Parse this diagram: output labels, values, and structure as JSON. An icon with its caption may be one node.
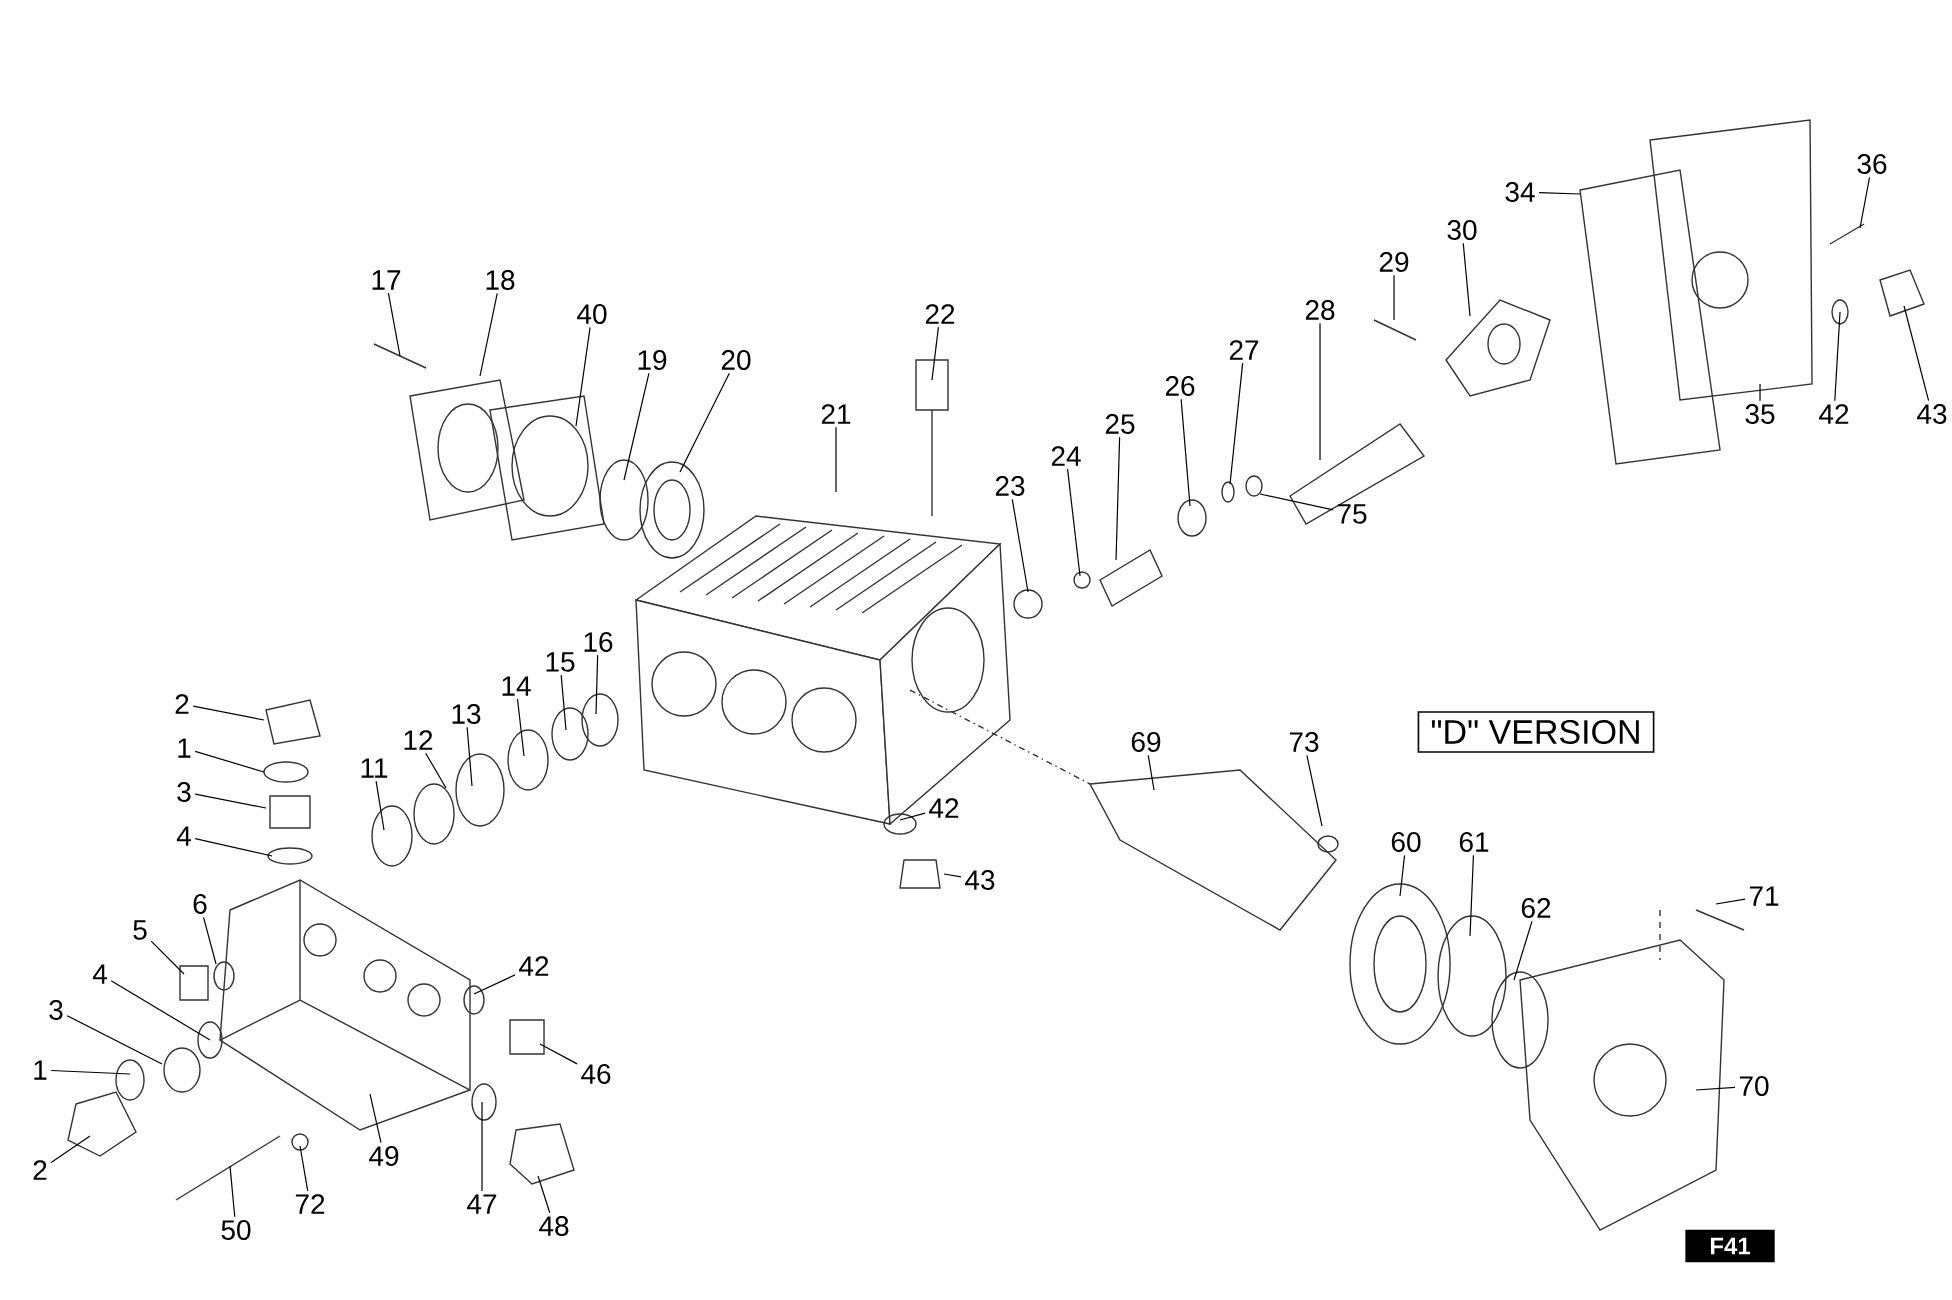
{
  "diagram": {
    "nodes": [
      {
        "text": [
          "17"
        ]
      },
      {
        "text": [
          "18"
        ]
      },
      {
        "text": [
          "40"
        ]
      },
      {
        "text": [
          "19"
        ]
      },
      {
        "text": [
          "20"
        ]
      },
      {
        "text": [
          "21"
        ]
      },
      {
        "text": [
          "22"
        ]
      },
      {
        "text": [
          "23"
        ]
      },
      {
        "text": [
          "24"
        ]
      },
      {
        "text": [
          "25"
        ]
      },
      {
        "text": [
          "26"
        ]
      },
      {
        "text": [
          "27"
        ]
      },
      {
        "text": [
          "28"
        ]
      },
      {
        "text": [
          "29"
        ]
      },
      {
        "text": [
          "30"
        ]
      },
      {
        "text": [
          "34"
        ]
      },
      {
        "text": [
          "36"
        ]
      },
      {
        "text": [
          "35"
        ]
      },
      {
        "text": [
          "42"
        ]
      },
      {
        "text": [
          "43"
        ]
      },
      {
        "text": [
          "75"
        ]
      },
      {
        "text": [
          "2"
        ]
      },
      {
        "text": [
          "1"
        ]
      },
      {
        "text": [
          "3"
        ]
      },
      {
        "text": [
          "4"
        ]
      },
      {
        "text": [
          "11"
        ]
      },
      {
        "text": [
          "12"
        ]
      },
      {
        "text": [
          "13"
        ]
      },
      {
        "text": [
          "14"
        ]
      },
      {
        "text": [
          "15"
        ]
      },
      {
        "text": [
          "16"
        ]
      },
      {
        "text": [
          "\"D\" VERSION"
        ]
      },
      {
        "text": [
          "5"
        ]
      },
      {
        "text": [
          "6"
        ]
      },
      {
        "text": [
          "4"
        ]
      },
      {
        "text": [
          "3"
        ]
      },
      {
        "text": [
          "1"
        ]
      },
      {
        "text": [
          "2"
        ]
      },
      {
        "text": [
          "42"
        ]
      },
      {
        "text": [
          "46"
        ]
      },
      {
        "text": [
          "49"
        ]
      },
      {
        "text": [
          "50"
        ]
      },
      {
        "text": [
          "72"
        ]
      },
      {
        "text": [
          "47"
        ]
      },
      {
        "text": [
          "48"
        ]
      },
      {
        "text": [
          "42"
        ]
      },
      {
        "text": [
          "43"
        ]
      },
      {
        "text": [
          "69"
        ]
      },
      {
        "text": [
          "73"
        ]
      },
      {
        "text": [
          "60"
        ]
      },
      {
        "text": [
          "61"
        ]
      },
      {
        "text": [
          "62"
        ]
      },
      {
        "text": [
          "71"
        ]
      },
      {
        "text": [
          "70"
        ]
      },
      {
        "text": [
          "F41"
        ]
      }
    ],
    "edges": [
      {
        "from": 0,
        "to": null,
        "arrow": "none"
      },
      {
        "from": 1,
        "to": null,
        "arrow": "none"
      },
      {
        "from": 2,
        "to": null,
        "arrow": "none"
      },
      {
        "from": 3,
        "to": null,
        "arrow": "none"
      },
      {
        "from": 4,
        "to": null,
        "arrow": "none"
      },
      {
        "from": 5,
        "to": null,
        "arrow": "none"
      },
      {
        "from": 6,
        "to": null,
        "arrow": "none"
      },
      {
        "from": 7,
        "to": null,
        "arrow": "none"
      },
      {
        "from": 8,
        "to": null,
        "arrow": "none"
      },
      {
        "from": 9,
        "to": null,
        "arrow": "none"
      },
      {
        "from": 10,
        "to": null,
        "arrow": "none"
      },
      {
        "from": 11,
        "to": null,
        "arrow": "none"
      },
      {
        "from": 12,
        "to": null,
        "arrow": "none"
      },
      {
        "from": 13,
        "to": null,
        "arrow": "none"
      },
      {
        "from": 14,
        "to": null,
        "arrow": "none"
      },
      {
        "from": 15,
        "to": null,
        "arrow": "none"
      },
      {
        "from": 16,
        "to": null,
        "arrow": "none"
      },
      {
        "from": 17,
        "to": null,
        "arrow": "none"
      },
      {
        "from": 18,
        "to": null,
        "arrow": "none"
      },
      {
        "from": 19,
        "to": null,
        "arrow": "none"
      },
      {
        "from": 20,
        "to": null,
        "arrow": "none"
      },
      {
        "from": 21,
        "to": null,
        "arrow": "none"
      },
      {
        "from": 22,
        "to": null,
        "arrow": "none"
      },
      {
        "from": 23,
        "to": null,
        "arrow": "none"
      },
      {
        "from": 24,
        "to": null,
        "arrow": "none"
      },
      {
        "from": 25,
        "to": null,
        "arrow": "none"
      },
      {
        "from": 26,
        "to": null,
        "arrow": "none"
      },
      {
        "from": 27,
        "to": null,
        "arrow": "none"
      },
      {
        "from": 28,
        "to": null,
        "arrow": "none"
      },
      {
        "from": 29,
        "to": null,
        "arrow": "none"
      },
      {
        "from": 30,
        "to": null,
        "arrow": "none"
      },
      {
        "from": 32,
        "to": null,
        "arrow": "none"
      },
      {
        "from": 33,
        "to": null,
        "arrow": "none"
      },
      {
        "from": 34,
        "to": null,
        "arrow": "none"
      },
      {
        "from": 35,
        "to": null,
        "arrow": "none"
      },
      {
        "from": 36,
        "to": null,
        "arrow": "none"
      },
      {
        "from": 37,
        "to": null,
        "arrow": "none"
      },
      {
        "from": 38,
        "to": null,
        "arrow": "none"
      },
      {
        "from": 39,
        "to": null,
        "arrow": "none"
      },
      {
        "from": 40,
        "to": null,
        "arrow": "none"
      },
      {
        "from": 41,
        "to": null,
        "arrow": "none"
      },
      {
        "from": 42,
        "to": null,
        "arrow": "none"
      },
      {
        "from": 43,
        "to": null,
        "arrow": "none"
      },
      {
        "from": 44,
        "to": null,
        "arrow": "none"
      },
      {
        "from": 45,
        "to": null,
        "arrow": "none"
      },
      {
        "from": 46,
        "to": null,
        "arrow": "none"
      },
      {
        "from": 47,
        "to": null,
        "arrow": "none"
      },
      {
        "from": 48,
        "to": null,
        "arrow": "none"
      },
      {
        "from": 49,
        "to": null,
        "arrow": "none"
      },
      {
        "from": 50,
        "to": null,
        "arrow": "none"
      },
      {
        "from": 51,
        "to": null,
        "arrow": "none"
      },
      {
        "from": 52,
        "to": null,
        "arrow": "none"
      },
      {
        "from": 53,
        "to": null,
        "arrow": "none"
      }
    ]
  }
}
